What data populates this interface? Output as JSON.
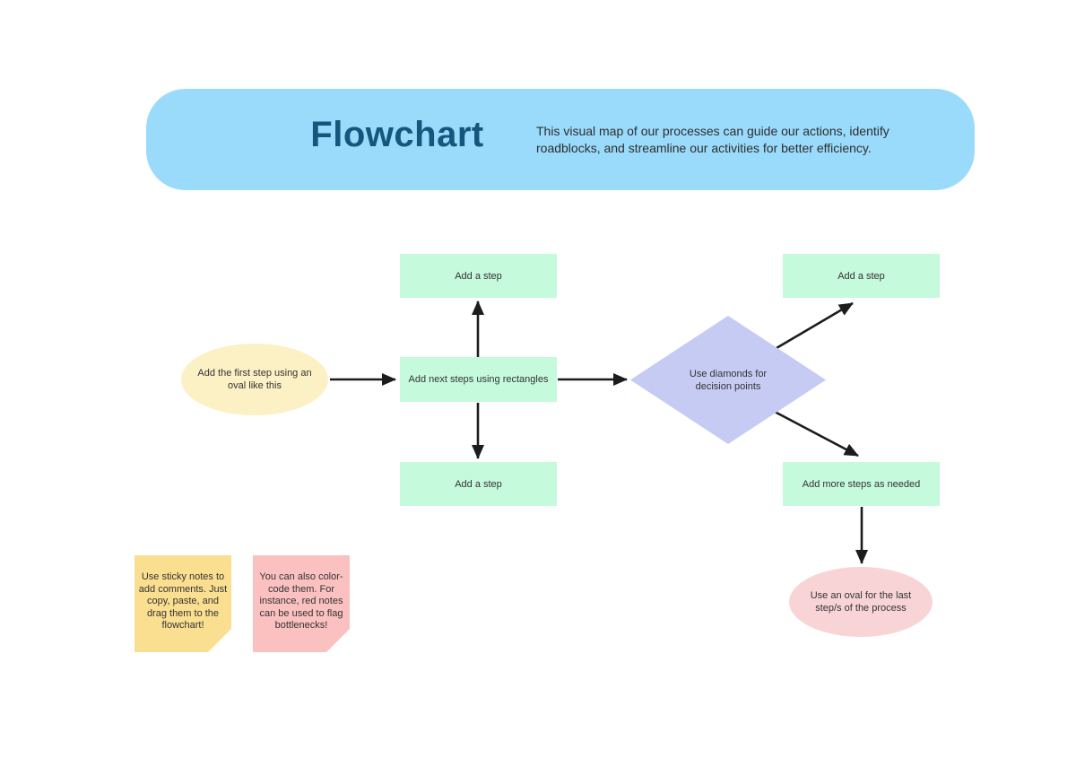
{
  "header": {
    "title": "Flowchart",
    "description": "This visual map of our processes can guide our actions, identify roadblocks, and streamline our activities for better efficiency."
  },
  "nodes": {
    "start_oval": {
      "label": "Add the first step using an oval like this",
      "shape": "oval",
      "fill": "#fcf0c5"
    },
    "step_top": {
      "label": "Add a step",
      "shape": "rectangle",
      "fill": "#c5fadd"
    },
    "next_steps": {
      "label": "Add next steps using rectangles",
      "shape": "rectangle",
      "fill": "#c5fadd"
    },
    "step_bottom": {
      "label": "Add a step",
      "shape": "rectangle",
      "fill": "#c5fadd"
    },
    "decision": {
      "label": "Use diamonds for decision points",
      "shape": "diamond",
      "fill": "#c6cbf4"
    },
    "step_right": {
      "label": "Add a step",
      "shape": "rectangle",
      "fill": "#c5fadd"
    },
    "more_steps": {
      "label": "Add more steps as needed",
      "shape": "rectangle",
      "fill": "#c5fadd"
    },
    "end_oval": {
      "label": "Use an oval for the last step/s of the process",
      "shape": "oval",
      "fill": "#f9d4d7"
    }
  },
  "connectors": [
    {
      "from": "start_oval",
      "to": "next_steps",
      "direction": "right"
    },
    {
      "from": "next_steps",
      "to": "step_top",
      "direction": "up"
    },
    {
      "from": "next_steps",
      "to": "step_bottom",
      "direction": "down"
    },
    {
      "from": "next_steps",
      "to": "decision",
      "direction": "right"
    },
    {
      "from": "decision",
      "to": "step_right",
      "direction": "up-right"
    },
    {
      "from": "decision",
      "to": "more_steps",
      "direction": "down-right"
    },
    {
      "from": "more_steps",
      "to": "end_oval",
      "direction": "down"
    }
  ],
  "sticky_notes": [
    {
      "text": "Use sticky notes to add comments. Just copy, paste, and drag them to the flowchart!",
      "color": "#fbdf90"
    },
    {
      "text": "You can also color-code them. For instance, red notes can be used to flag bottlenecks!",
      "color": "#fbc1c1"
    }
  ],
  "colors": {
    "banner": "#9adafb",
    "title": "#15567d",
    "body_text": "#333333",
    "connector": "#1c1c1c",
    "background": "#ffffff"
  }
}
